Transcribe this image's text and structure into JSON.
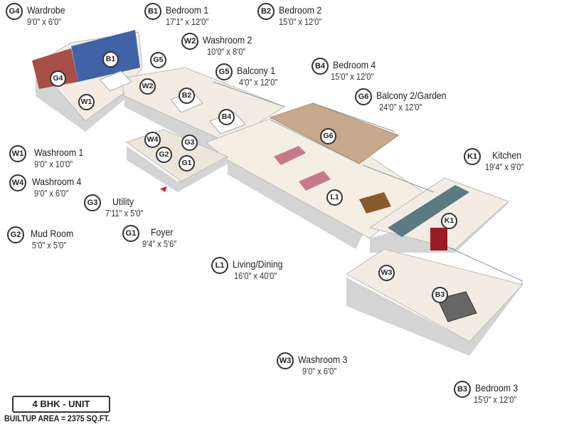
{
  "rooms": {
    "G4": {
      "code": "G4",
      "name": "Wardrobe",
      "size": "9'0\" x 6'0\""
    },
    "B1": {
      "code": "B1",
      "name": "Bedroom 1",
      "size": "17'1\" x 12'0\""
    },
    "B2": {
      "code": "B2",
      "name": "Bedroom 2",
      "size": "15'0\" x 12'0\""
    },
    "W2": {
      "code": "W2",
      "name": "Washroom 2",
      "size": "10'0\" x 8'0\""
    },
    "G5": {
      "code": "G5",
      "name": "Balcony 1",
      "size": "4'0\" x 12'0\""
    },
    "B4": {
      "code": "B4",
      "name": "Bedroom 4",
      "size": "15'0\" x 12'0\""
    },
    "G6": {
      "code": "G6",
      "name": "Balcony 2/Garden",
      "size": "24'0\" x 12'0\""
    },
    "K1": {
      "code": "K1",
      "name": "Kitchen",
      "size": "19'4\" x 9'0\""
    },
    "W1": {
      "code": "W1",
      "name": "Washroom 1",
      "size": "9'0\" x 10'0\""
    },
    "W4": {
      "code": "W4",
      "name": "Washroom 4",
      "size": "9'0\" x 6'0\""
    },
    "G3": {
      "code": "G3",
      "name": "Utility",
      "size": "7'11\" x 5'0\""
    },
    "G2": {
      "code": "G2",
      "name": "Mud Room",
      "size": "5'0\" x 5'0\""
    },
    "G1": {
      "code": "G1",
      "name": "Foyer",
      "size": "9'4\" x 5'6\""
    },
    "L1": {
      "code": "L1",
      "name": "Living/Dining",
      "size": "16'0\" x 40'0\""
    },
    "W3": {
      "code": "W3",
      "name": "Washroom 3",
      "size": "9'0\" x 6'0\""
    },
    "B3": {
      "code": "B3",
      "name": "Bedroom 3",
      "size": "15'0\" x 12'0\""
    }
  },
  "unit": {
    "type": "4 BHK - UNIT",
    "builtup": "BUILTUP AREA = 2375 SQ.FT."
  },
  "colors": {
    "floor": "#f2ece2",
    "wall": "#ffffff",
    "wall_side": "#d4d4d4",
    "deck": "#c8a98c",
    "bedroom1_wall": "#3f63a6",
    "wardrobe_wall": "#a74f47",
    "kitchen_counter": "#5c7a82",
    "fridge": "#9c1b25",
    "sofa": "#c8788a",
    "entry_marker": "#d3242c"
  }
}
